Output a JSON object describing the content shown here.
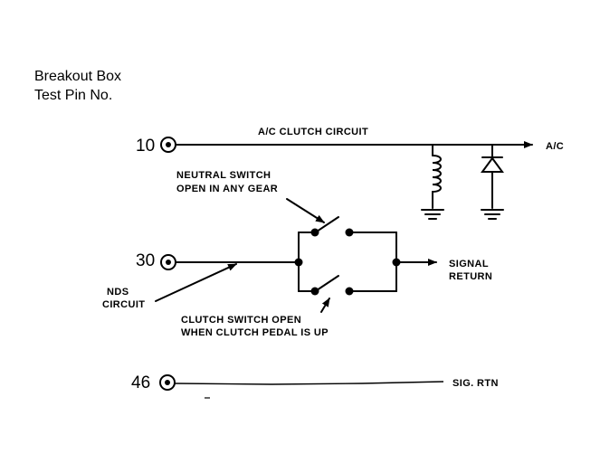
{
  "header": {
    "line1": "Breakout Box",
    "line2": "Test Pin No."
  },
  "pins": [
    {
      "number": "10",
      "circuit_label": "A/C CLUTCH CIRCUIT",
      "end_label": "A/C"
    },
    {
      "number": "30",
      "circuit_label": "NDS CIRCUIT",
      "end_label": "SIGNAL RETURN"
    },
    {
      "number": "46",
      "end_label": "SIG. RTN"
    }
  ],
  "labels": {
    "nds_line1": "NDS",
    "nds_line2": "CIRCUIT",
    "neutral_line1": "NEUTRAL SWITCH",
    "neutral_line2": "OPEN IN ANY GEAR",
    "clutch_line1": "CLUTCH SWITCH OPEN",
    "clutch_line2": "WHEN CLUTCH PEDAL IS UP",
    "signal_line1": "SIGNAL",
    "signal_line2": "RETURN"
  },
  "icons": [
    "test-pin-terminal-icon",
    "coil-icon",
    "diode-icon",
    "ground-icon",
    "switch-icon",
    "arrow-icon"
  ]
}
